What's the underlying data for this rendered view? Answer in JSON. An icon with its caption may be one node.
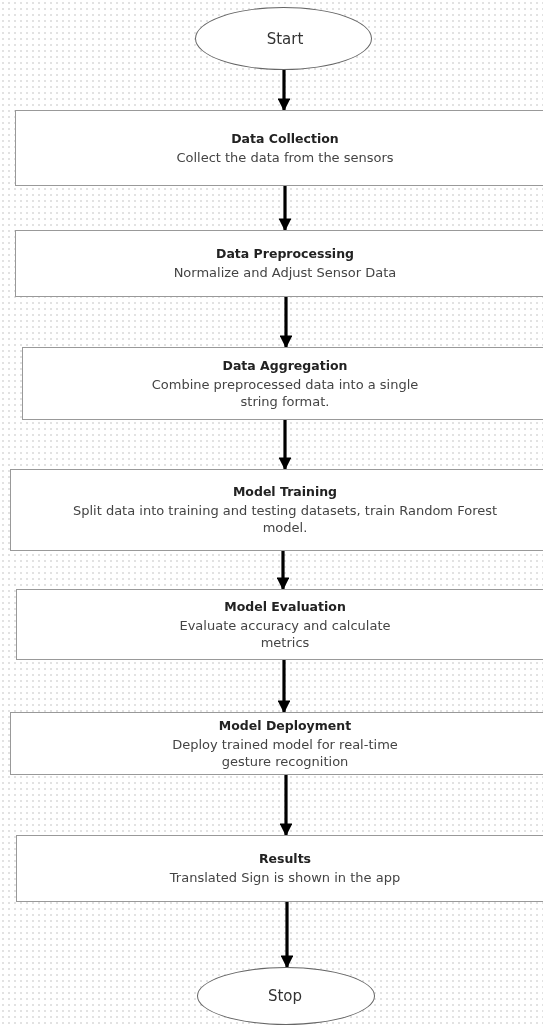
{
  "diagram": {
    "nodes": [
      {
        "text": [
          "Start"
        ]
      },
      {
        "text": [
          "Data Collection",
          "Collect the data from the sensors"
        ]
      },
      {
        "text": [
          "Data Preprocessing",
          "Normalize and Adjust Sensor Data"
        ]
      },
      {
        "text": [
          "Data Aggregation",
          "Combine preprocessed data into a single string format."
        ]
      },
      {
        "text": [
          "Model Training",
          "Split data into training and testing datasets, train Random Forest model."
        ]
      },
      {
        "text": [
          "Model Evaluation",
          "Evaluate accuracy and calculate metrics"
        ]
      },
      {
        "text": [
          "Model Deployment",
          "Deploy trained model for real-time gesture recognition"
        ]
      },
      {
        "text": [
          "Results",
          "Translated Sign is shown in the app"
        ]
      },
      {
        "text": [
          "Stop"
        ]
      }
    ],
    "edges": [
      {
        "from": 0,
        "to": 1,
        "arrow": "to"
      },
      {
        "from": 1,
        "to": 2,
        "arrow": "to"
      },
      {
        "from": 2,
        "to": 3,
        "arrow": "to"
      },
      {
        "from": 3,
        "to": 4,
        "arrow": "to"
      },
      {
        "from": 4,
        "to": 5,
        "arrow": "to"
      },
      {
        "from": 5,
        "to": 6,
        "arrow": "to"
      },
      {
        "from": 6,
        "to": 7,
        "arrow": "to"
      },
      {
        "from": 7,
        "to": 8,
        "arrow": "to"
      }
    ]
  }
}
